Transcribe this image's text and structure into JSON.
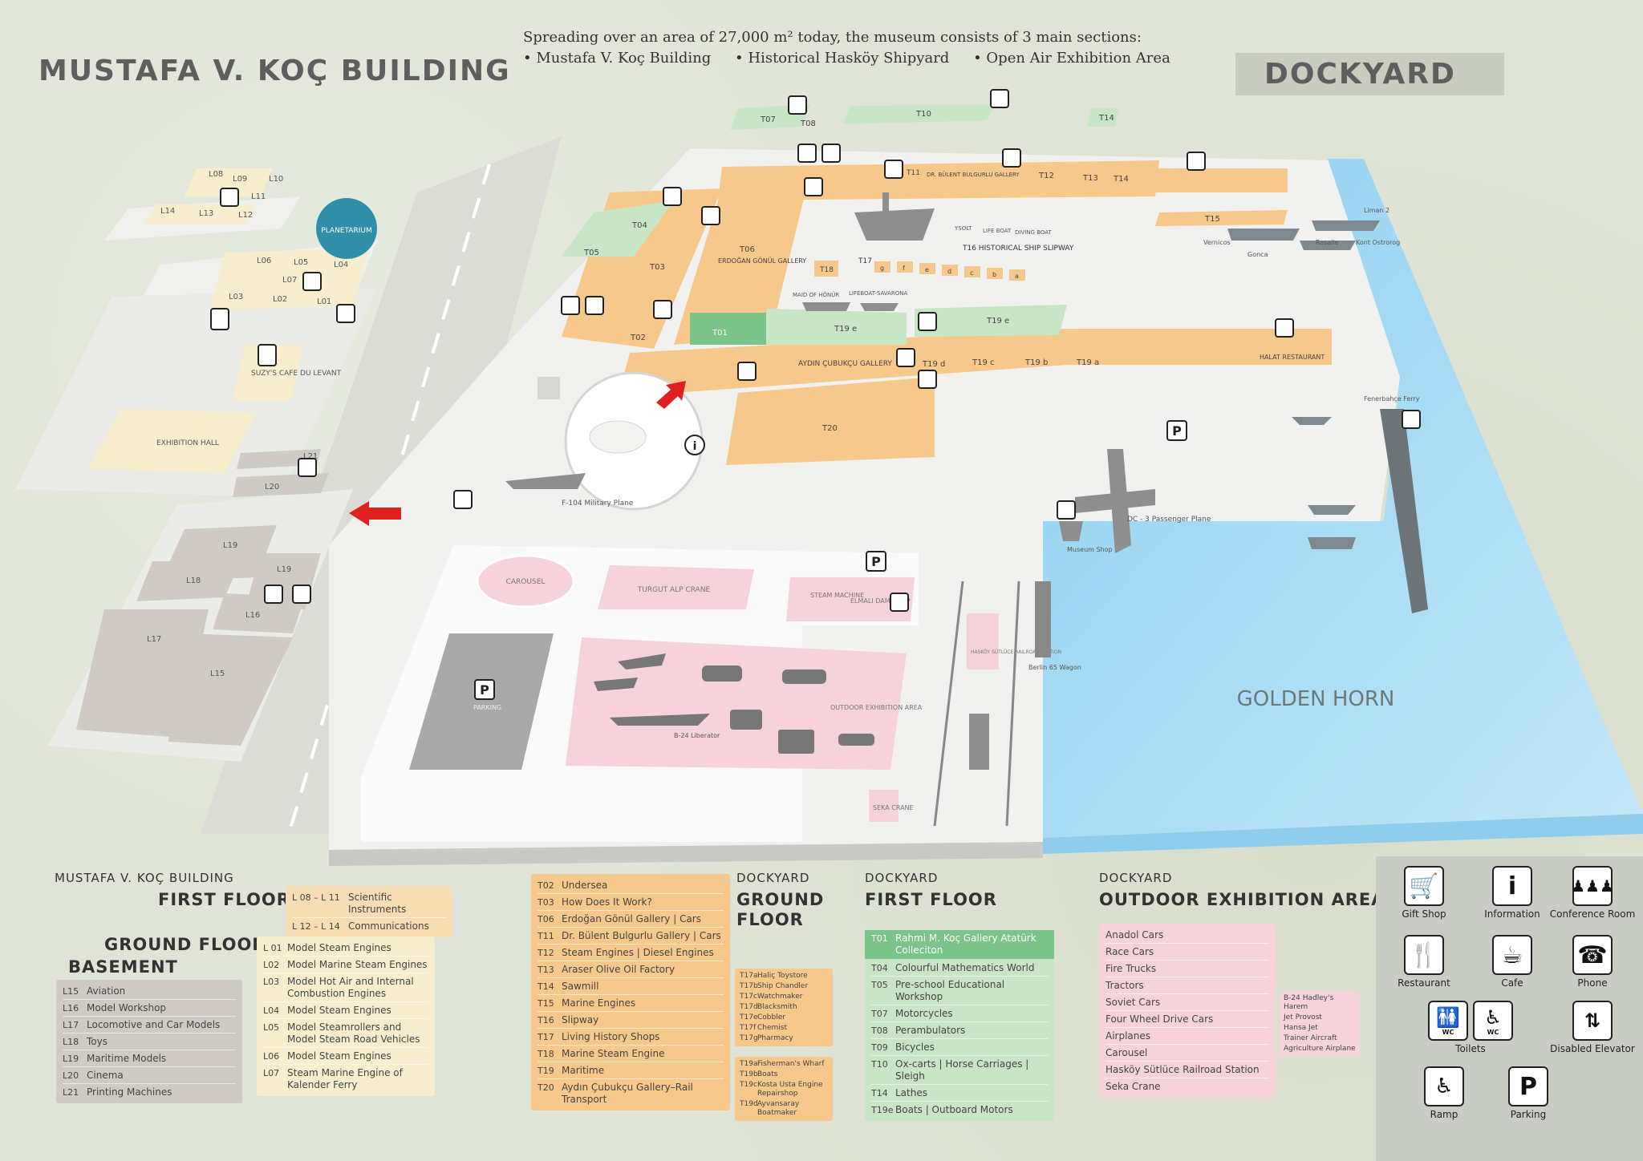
{
  "titles": {
    "left": "MUSTAFA V. KOÇ BUILDING",
    "right": "DOCKYARD",
    "intro_line1": "Spreading over an area of 27,000 m² today, the museum consists of 3 main sections:",
    "intro_sections": [
      "• Mustafa V. Koç Building",
      "• Historical Hasköy Shipyard",
      "• Open Air Exhibition Area"
    ]
  },
  "colors": {
    "orange": "#f7c88c",
    "green": "#c8e5c6",
    "green_dark": "#7bc48a",
    "pink": "#f6d2da",
    "beige": "#f8edcc",
    "grey": "#cfcac3",
    "water": "#a9dcf5",
    "red": "#e02020"
  },
  "map": {
    "building_labels": {
      "planetarium": "PLANETARIUM",
      "cafe": "SUZY'S CAFE DU LEVANT",
      "exhibition": "EXHIBITION HALL",
      "L08": "L08",
      "L09": "L09",
      "L10": "L10",
      "L11": "L11",
      "L12": "L12",
      "L13": "L13",
      "L14": "L14",
      "L06": "L06",
      "L05": "L05",
      "L04": "L04",
      "L07": "L07",
      "L03": "L03",
      "L02": "L02",
      "L01": "L01",
      "L21": "L21",
      "L20": "L20",
      "L19a": "L19",
      "L19b": "L19",
      "L18": "L18",
      "L16": "L16",
      "L17": "L17",
      "L15": "L15"
    },
    "dock_labels": {
      "T01": "T01",
      "T02": "T02",
      "T03": "T03",
      "T04": "T04",
      "T05": "T05",
      "T06": "T06",
      "T06_name": "ERDOĞAN GÖNÜL GALLERY",
      "T07": "T07",
      "T08": "T08",
      "T10": "T10",
      "T11": "T11",
      "T11_name": "DR. BÜLENT BULGURLU GALLERY",
      "T12": "T12",
      "T13": "T13",
      "T14a": "T14",
      "T14b": "T14",
      "T15": "T15",
      "T16": "T16 HISTORICAL SHIP SLIPWAY",
      "T17": "T17",
      "T18": "T18",
      "T19e_a": "T19 e",
      "T19e_b": "T19 e",
      "T19d": "T19 d",
      "T19c": "T19 c",
      "T19b": "T19 b",
      "T19a": "T19 a",
      "T20": "T20",
      "aydin": "AYDIN ÇUBUKÇU GALLERY",
      "halat": "HALAT RESTAURANT",
      "slip_letters": [
        "g",
        "f",
        "e",
        "d",
        "c",
        "b",
        "a"
      ],
      "boats": [
        "YSOLT",
        "LIFE BOAT",
        "DIVING BOAT"
      ],
      "maid": "MAID OF HÖNÜR",
      "lifeboat": "LIFEBOAT-SAVARONA",
      "liman": "Liman 2",
      "vernicos": "Vernicos",
      "gonca": "Gonca",
      "rosalie": "Rosalie",
      "kont": "Kont Ostrorog",
      "fenerbahce": "Fenerbahçe Ferry",
      "dc3": "DC - 3 Passenger Plane",
      "museum_shop": "Museum Shop",
      "f104": "F-104 Military Plane",
      "golden_horn": "GOLDEN HORN"
    },
    "outdoor_labels": {
      "carousel": "CAROUSEL",
      "turgut": "TURGUT ALP CRANE",
      "steam": "STEAM MACHINE",
      "elmali": "ELMALI DAM PUMP",
      "parking": "PARKING",
      "outdoor": "OUTDOOR EXHIBITION AREA",
      "b24": "B-24 Liberator",
      "haskoy": "HASKÖY SÜTLÜCE RAILROAD STATION",
      "berlin": "Berlin 65 Wagon",
      "seka": "SEKA CRANE"
    },
    "signs": {
      "parking": "P",
      "info": "i"
    }
  },
  "legend": {
    "mvk": {
      "header": "MUSTAFA V. KOÇ BUILDING",
      "first_floor": "FIRST FLOOR",
      "ground_floor": "GROUND FLOOR",
      "basement": "BASEMENT",
      "first_items": [
        {
          "code": "L 08 – L 11",
          "name": "Scientific Instruments"
        },
        {
          "code": "L 12 – L 14",
          "name": "Communications"
        }
      ],
      "ground_items": [
        {
          "code": "L 01",
          "name": "Model Steam Engines"
        },
        {
          "code": "L02",
          "name": "Model Marine Steam Engines"
        },
        {
          "code": "L03",
          "name": "Model Hot Air and Internal Combustion Engines"
        },
        {
          "code": "L04",
          "name": "Model Steam Engines"
        },
        {
          "code": "L05",
          "name": "Model Steamrollers and Model Steam Road Vehicles"
        },
        {
          "code": "L06",
          "name": "Model Steam Engines"
        },
        {
          "code": "L07",
          "name": "Steam Marine Engine of Kalender Ferry"
        }
      ],
      "basement_items": [
        {
          "code": "L15",
          "name": "Aviation"
        },
        {
          "code": "L16",
          "name": "Model Workshop"
        },
        {
          "code": "L17",
          "name": "Locomotive and Car Models"
        },
        {
          "code": "L18",
          "name": "Toys"
        },
        {
          "code": "L19",
          "name": "Maritime Models"
        },
        {
          "code": "L20",
          "name": "Cinema"
        },
        {
          "code": "L21",
          "name": "Printing Machines"
        }
      ]
    },
    "dock_ground": {
      "header": "DOCKYARD",
      "title": "GROUND FLOOR",
      "items": [
        {
          "code": "T02",
          "name": "Undersea"
        },
        {
          "code": "T03",
          "name": "How Does It Work?"
        },
        {
          "code": "T06",
          "name": "Erdoğan Gönül Gallery | Cars"
        },
        {
          "code": "T11",
          "name": "Dr. Bülent Bulgurlu Gallery | Cars"
        },
        {
          "code": "T12",
          "name": "Steam Engines | Diesel Engines"
        },
        {
          "code": "T13",
          "name": "Araser Olive Oil Factory"
        },
        {
          "code": "T14",
          "name": "Sawmill"
        },
        {
          "code": "T15",
          "name": "Marine Engines"
        },
        {
          "code": "T16",
          "name": "Slipway"
        },
        {
          "code": "T17",
          "name": "Living History Shops"
        },
        {
          "code": "T18",
          "name": "Marine Steam Engine"
        },
        {
          "code": "T19",
          "name": "Maritime"
        },
        {
          "code": "T20",
          "name": "Aydın Çubukçu Gallery–Rail Transport"
        }
      ],
      "t17_items": [
        {
          "code": "T17a",
          "name": "Haliç Toystore"
        },
        {
          "code": "T17b",
          "name": "Ship Chandler"
        },
        {
          "code": "T17c",
          "name": "Watchmaker"
        },
        {
          "code": "T17d",
          "name": "Blacksmith"
        },
        {
          "code": "T17e",
          "name": "Cobbler"
        },
        {
          "code": "T17f",
          "name": "Chemist"
        },
        {
          "code": "T17g",
          "name": "Pharmacy"
        }
      ],
      "t19_items": [
        {
          "code": "T19a",
          "name": "Fisherman's Wharf"
        },
        {
          "code": "T19b",
          "name": "Boats"
        },
        {
          "code": "T19c",
          "name": "Kosta Usta Engine Repairshop"
        },
        {
          "code": "T19d",
          "name": "Ayvansaray Boatmaker"
        }
      ]
    },
    "dock_first": {
      "header": "DOCKYARD",
      "title": "FIRST FLOOR",
      "items": [
        {
          "code": "T01",
          "name": "Rahmi M. Koç Gallery Atatürk Colleciton"
        },
        {
          "code": "T04",
          "name": "Colourful Mathematics World"
        },
        {
          "code": "T05",
          "name": "Pre-school Educational Workshop"
        },
        {
          "code": "T07",
          "name": "Motorcycles"
        },
        {
          "code": "T08",
          "name": "Perambulators"
        },
        {
          "code": "T09",
          "name": "Bicycles"
        },
        {
          "code": "T10",
          "name": "Ox-carts | Horse Carriages | Sleigh"
        },
        {
          "code": "T14",
          "name": "Lathes"
        },
        {
          "code": "T19e",
          "name": "Boats | Outboard Motors"
        }
      ]
    },
    "dock_outdoor": {
      "header": "DOCKYARD",
      "title": "OUTDOOR EXHIBITION AREA",
      "items": [
        "Anadol Cars",
        "Race Cars",
        "Fire Trucks",
        "Tractors",
        "Soviet Cars",
        "Four Wheel Drive Cars",
        "Airplanes",
        "Carousel",
        "Hasköy Sütlüce Railroad Station",
        "Seka Crane"
      ],
      "airplanes_sub": [
        "B-24 Hadley's Harem",
        "Jet Provost",
        "Hansa Jet",
        "Trainer Aircraft",
        "Agriculture Airplane"
      ]
    },
    "icons": [
      {
        "name": "Gift Shop",
        "icon": "cart-icon"
      },
      {
        "name": "Information",
        "icon": "info-icon"
      },
      {
        "name": "Conference Room",
        "icon": "conference-icon"
      },
      {
        "name": "Restaurant",
        "icon": "restaurant-icon"
      },
      {
        "name": "Cafe",
        "icon": "cafe-icon"
      },
      {
        "name": "Phone",
        "icon": "phone-icon"
      },
      {
        "name": "Toilets",
        "icon": "toilets-icon"
      },
      {
        "name": "Disabled Elevator",
        "icon": "elevator-icon"
      },
      {
        "name": "Ramp",
        "icon": "ramp-icon"
      },
      {
        "name": "Parking",
        "icon": "parking-icon"
      }
    ],
    "icon_small_labels": {
      "wc": "WC",
      "info": "i",
      "parking": "P"
    }
  }
}
